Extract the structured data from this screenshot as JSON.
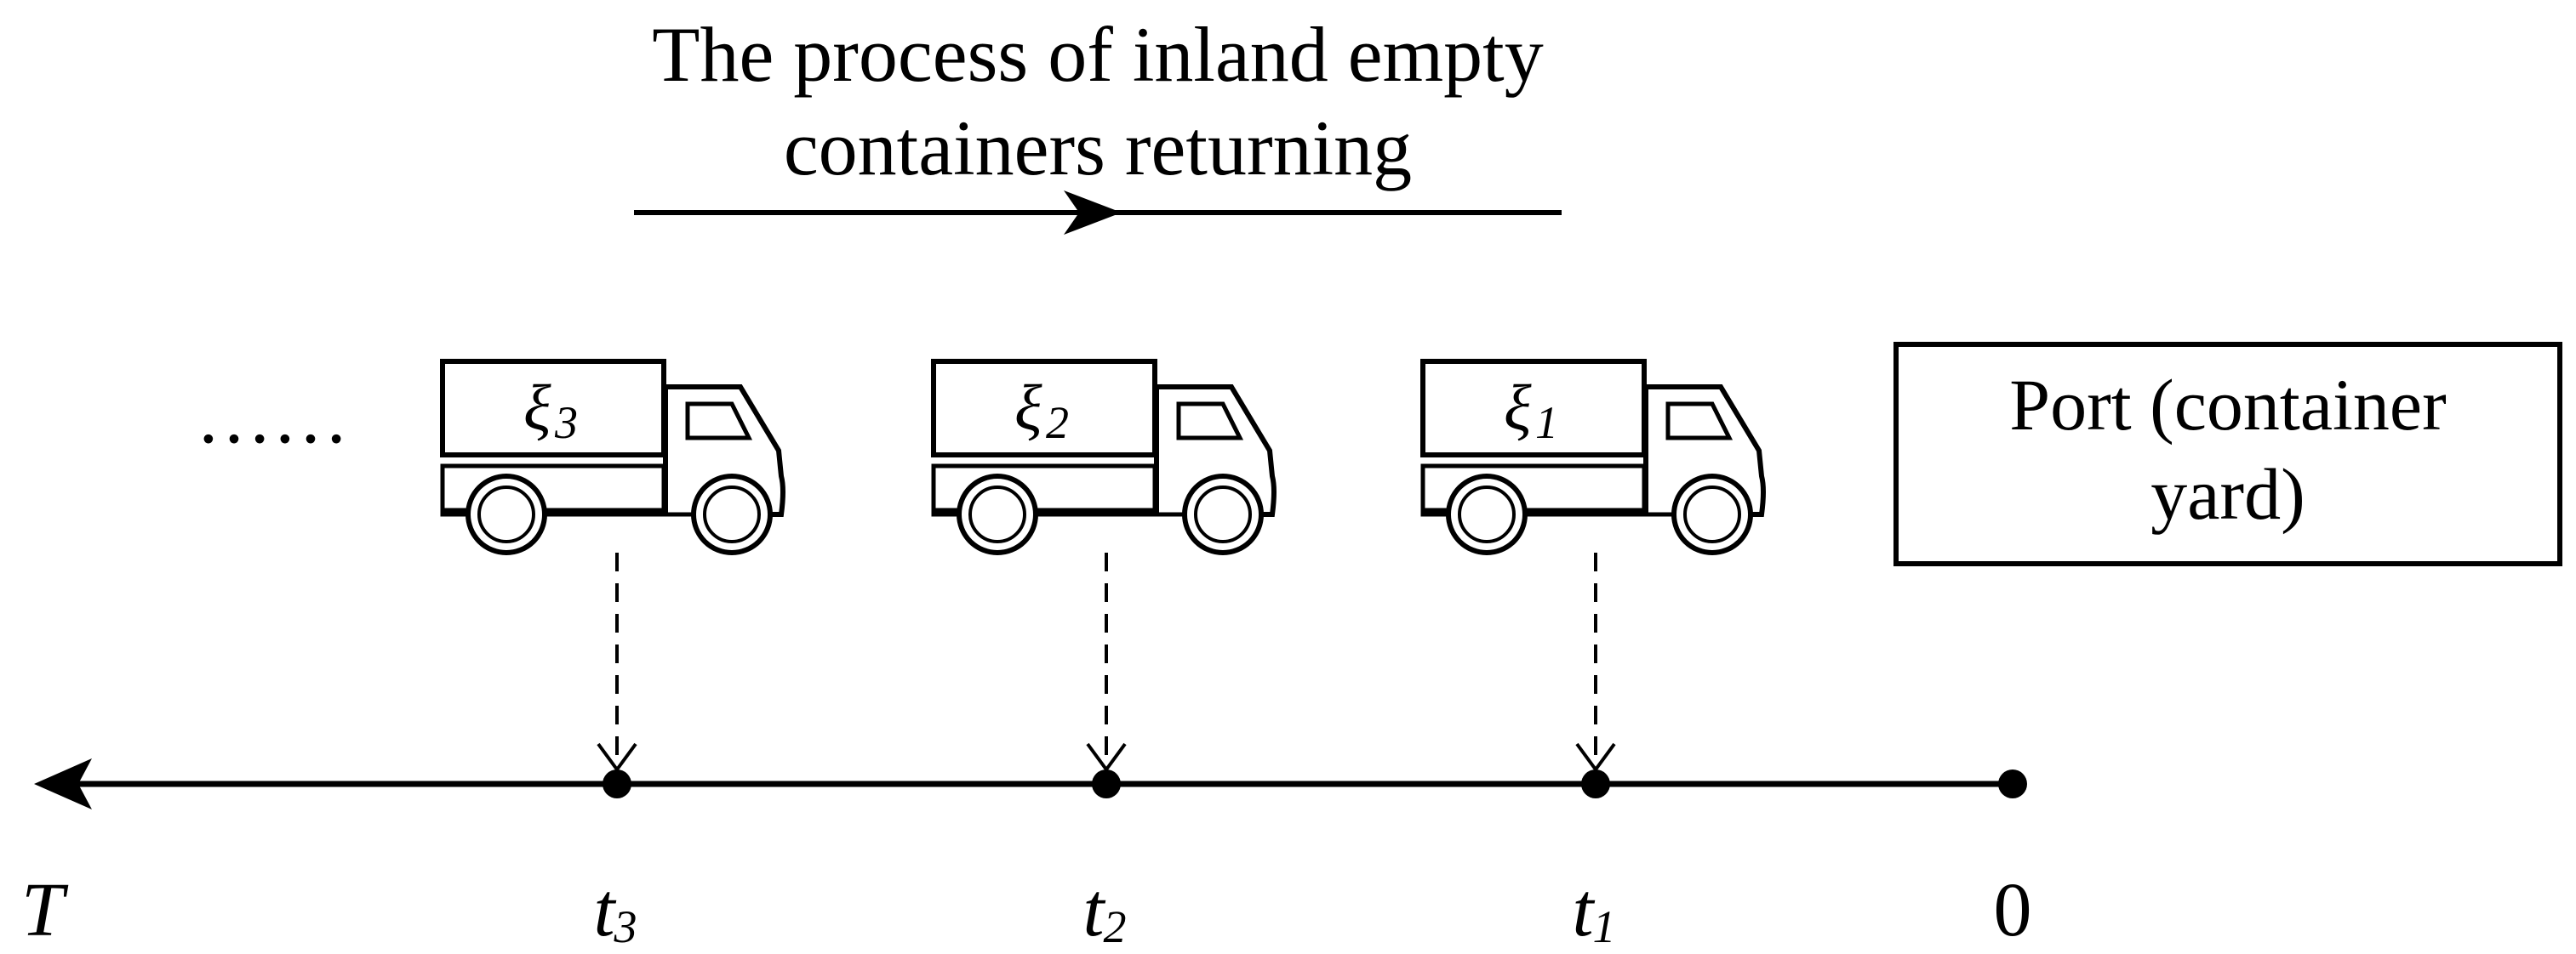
{
  "title": {
    "line1": "The process of inland empty",
    "line2": "containers returning"
  },
  "ellipsis": "……",
  "port": {
    "line1": "Port (container",
    "line2": "yard)"
  },
  "trucks": [
    {
      "label": "ξ",
      "subscript": "3"
    },
    {
      "label": "ξ",
      "subscript": "2"
    },
    {
      "label": "ξ",
      "subscript": "1"
    }
  ],
  "timeline": {
    "end_label": "T",
    "points": [
      {
        "label": "t",
        "subscript": "3"
      },
      {
        "label": "t",
        "subscript": "2"
      },
      {
        "label": "t",
        "subscript": "1"
      },
      {
        "label": "0",
        "subscript": ""
      }
    ]
  }
}
